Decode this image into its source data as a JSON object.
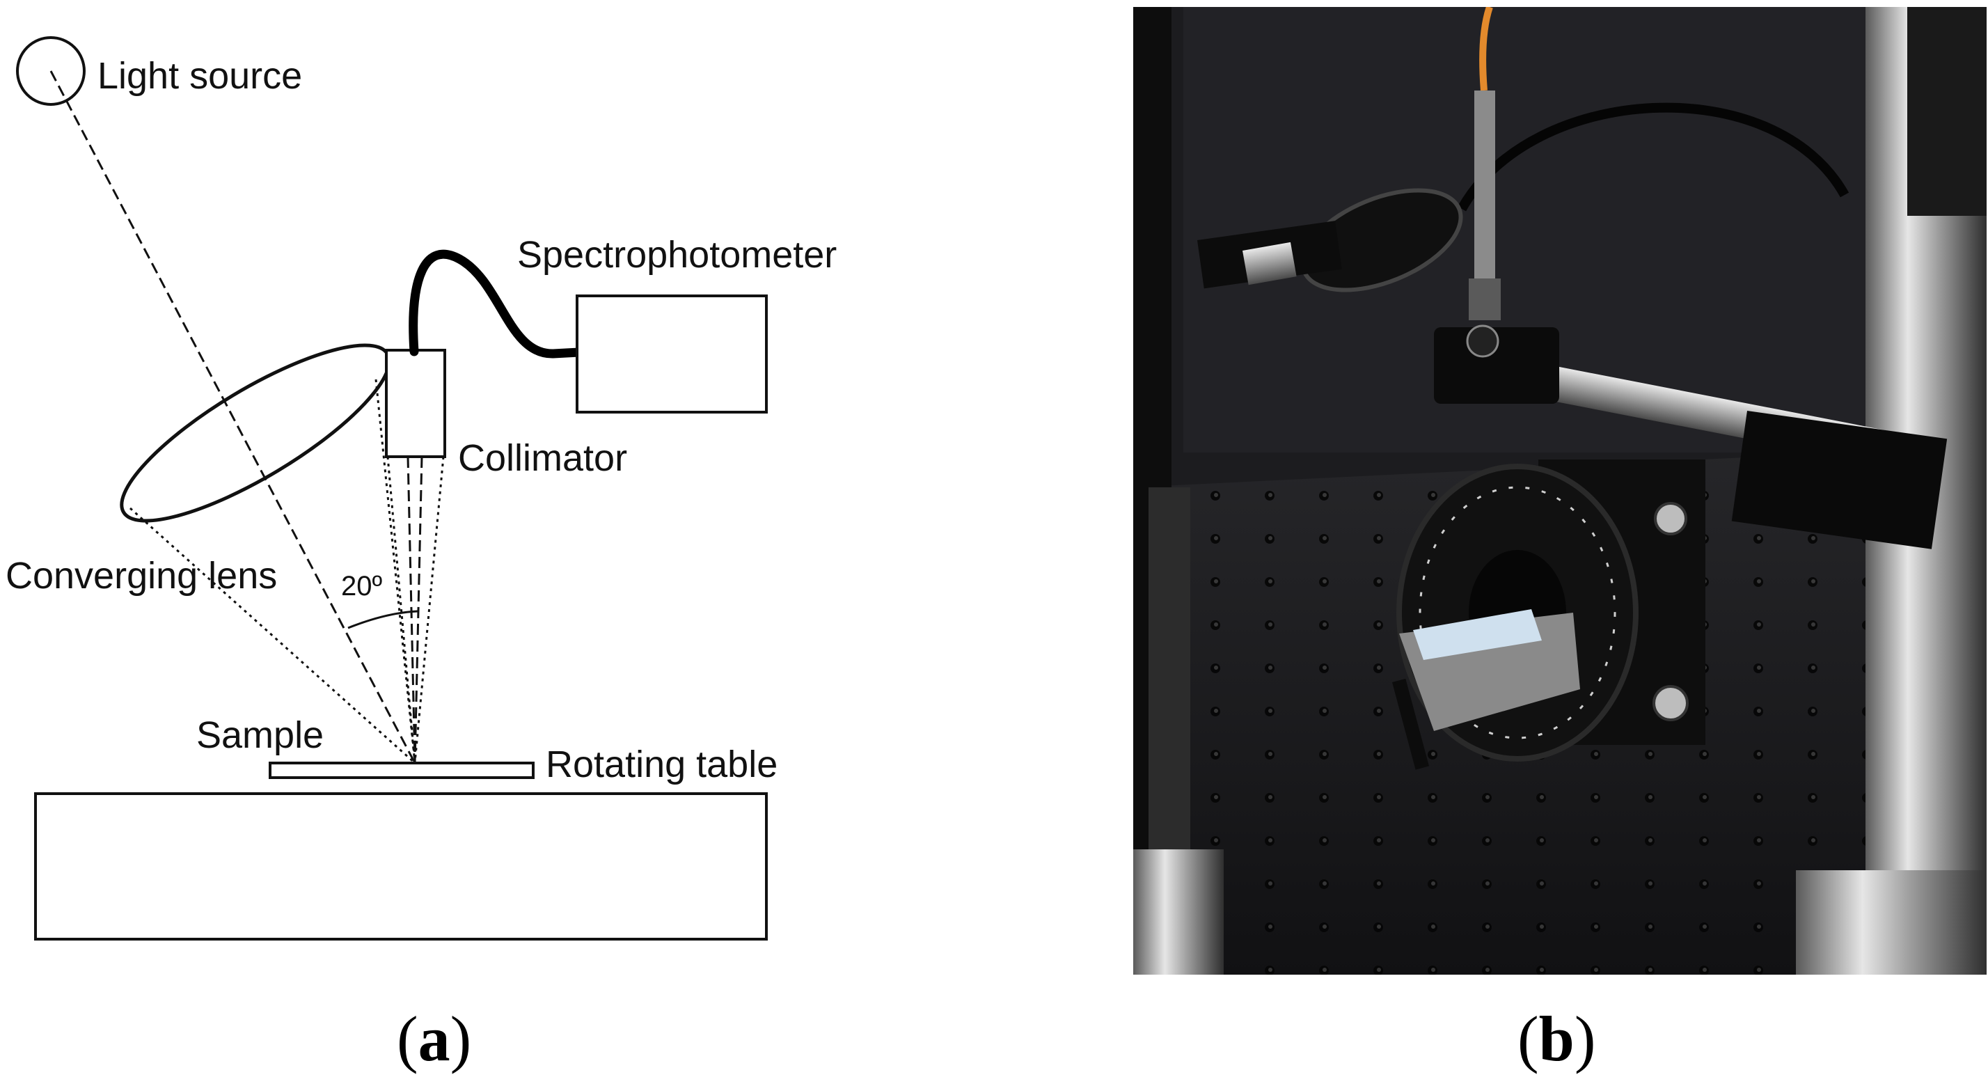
{
  "panel_a": {
    "caption_open": "(",
    "caption_letter": "a",
    "caption_close": ")",
    "labels": {
      "light_source": "Light source",
      "spectrophotometer": "Spectrophotometer",
      "collimator": "Collimator",
      "converging_lens": "Converging lens",
      "angle": "20º",
      "sample": "Sample",
      "rotating_table": "Rotating table"
    }
  },
  "panel_b": {
    "caption_open": "(",
    "caption_letter": "b",
    "caption_close": ")",
    "photo_content": "photograph of goniometer setup: optical fiber, collimator, lens holder and rotation stage on optical table"
  },
  "colors": {
    "line": "#111111",
    "photo_background": "#1b1b1e",
    "metal": "#b9b9b9"
  }
}
